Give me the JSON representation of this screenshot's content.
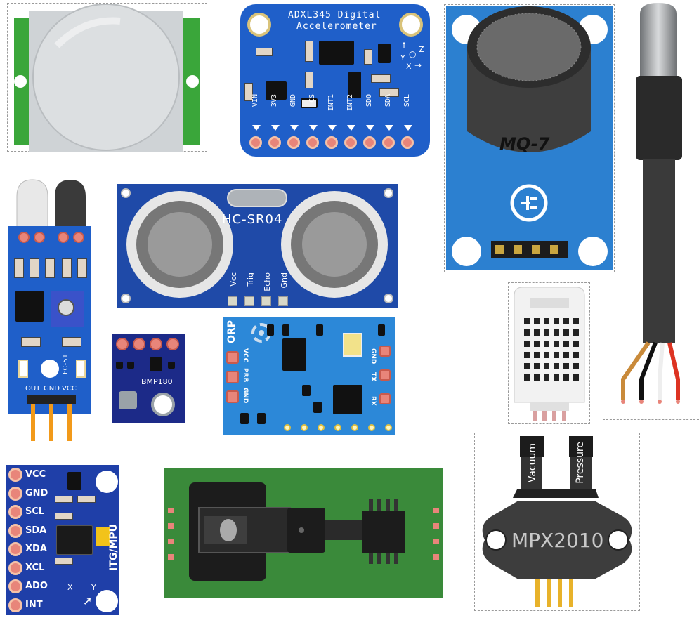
{
  "adxl345": {
    "title_line1": "ADXL345 Digital",
    "title_line2": "Accelerometer",
    "axis_z": "Z",
    "axis_y": "Y",
    "axis_x": "X",
    "pins": [
      "VIN",
      "3V3",
      "GND",
      "CS",
      "INT1",
      "INT2",
      "SDO",
      "SDA",
      "SCL"
    ]
  },
  "mq7": {
    "label": "MQ-7"
  },
  "hcsr04": {
    "label": "HC-SR04",
    "pins": [
      "Vcc",
      "Trig",
      "Echo",
      "Gnd"
    ]
  },
  "ir_sensor": {
    "model": "FC-51",
    "pins": [
      "OUT",
      "GND",
      "VCC"
    ]
  },
  "bmp180": {
    "label": "BMP180"
  },
  "orp": {
    "title": "ORP",
    "left_pins": [
      "VCC",
      "PRB",
      "GND"
    ],
    "right_pins": [
      "GND",
      "TX",
      "RX"
    ]
  },
  "mpu": {
    "board_label": "ITG/MPU",
    "pins": [
      "VCC",
      "GND",
      "SCL",
      "SDA",
      "XDA",
      "XCL",
      "ADO",
      "INT"
    ],
    "axis_x": "X",
    "axis_y": "Y"
  },
  "mpx2010": {
    "label": "MPX2010",
    "port_vacuum": "Vacuum",
    "port_pressure": "Pressure"
  },
  "colors": {
    "pcb_blue": "#1f5fc9",
    "pcb_green": "#3a8a3a",
    "pad": "#e8857a",
    "header": "#f29a1a"
  }
}
